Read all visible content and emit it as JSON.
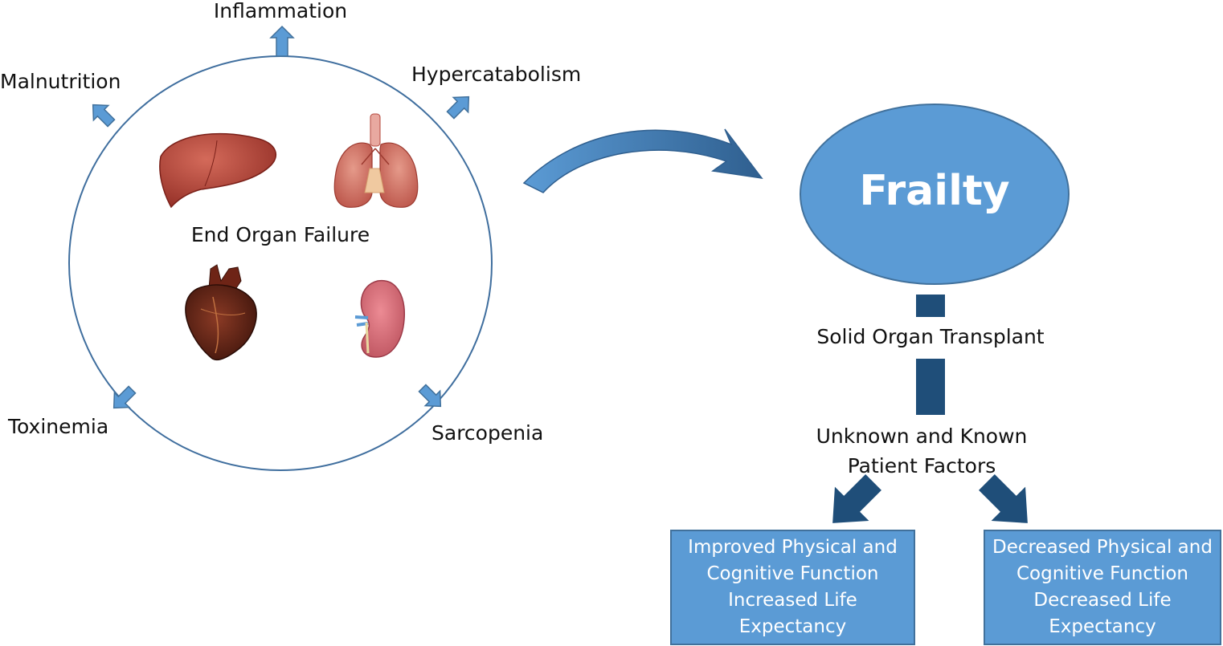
{
  "colors": {
    "accent_blue": "#5b9bd5",
    "dark_blue": "#1f4e79",
    "circle_stroke": "#3f6e9e"
  },
  "left_panel": {
    "center_label": "End Organ Failure",
    "outcomes": {
      "top": "Inflammation",
      "top_left": "Malnutrition",
      "top_right": "Hypercatabolism",
      "bottom_left": "Toxinemia",
      "bottom_right": "Sarcopenia"
    },
    "organ_icons": [
      "liver-icon",
      "lungs-icon",
      "heart-icon",
      "kidney-icon"
    ]
  },
  "right_panel": {
    "frailty": "Frailty",
    "transplant": "Solid Organ Transplant",
    "patient_factors": {
      "line1": "Unknown and Known",
      "line2": "Patient Factors"
    },
    "outcome_left": {
      "line1": "Improved Physical  and",
      "line2": "Cognitive Function",
      "line3": "Increased Life",
      "line4": "Expectancy"
    },
    "outcome_right": {
      "line1": "Decreased Physical and",
      "line2": "Cognitive Function",
      "line3": "Decreased Life",
      "line4": "Expectancy"
    }
  }
}
